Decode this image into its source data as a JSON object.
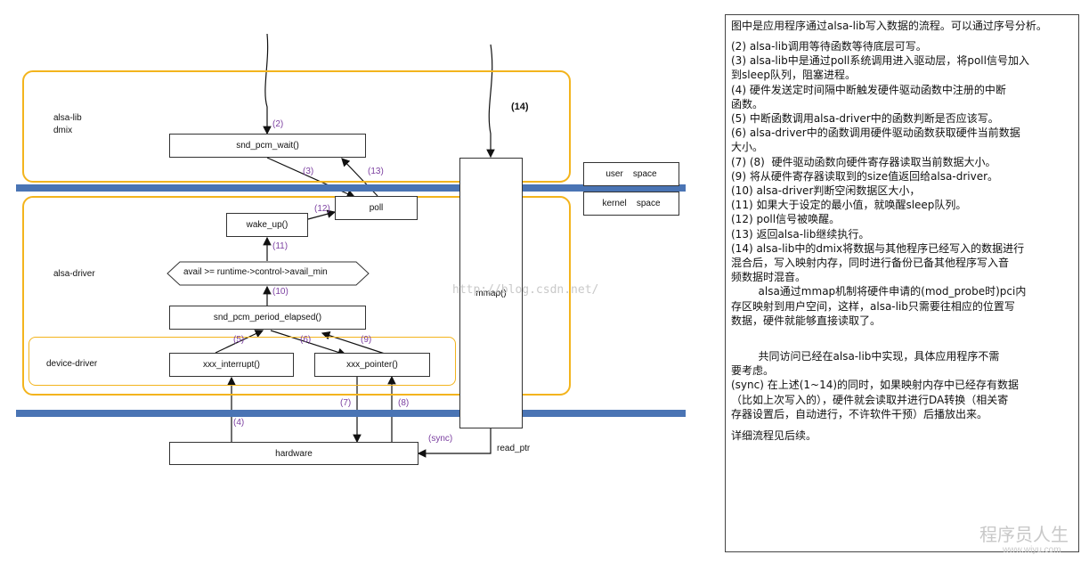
{
  "diagram": {
    "regions": {
      "alsa_lib": "alsa-lib",
      "dmix": "dmix",
      "alsa_driver": "alsa-driver",
      "device_driver": "device-driver"
    },
    "spaces": {
      "user": "user    space",
      "kernel": "kernel    space"
    },
    "nodes": {
      "snd_pcm_wait": "snd_pcm_wait()",
      "poll": "poll",
      "wake_up": "wake_up()",
      "condition": "avail >= runtime->control->avail_min",
      "period_elapsed": "snd_pcm_period_elapsed()",
      "interrupt": "xxx_interrupt()",
      "pointer": "xxx_pointer()",
      "hardware": "hardware",
      "mmap": "mmap()",
      "read_ptr": "read_ptr"
    },
    "steps": {
      "s2": "(2)",
      "s3": "(3)",
      "s4": "(4)",
      "s5": "(5)",
      "s6": "(6)",
      "s7": "(7)",
      "s8": "(8)",
      "s9": "(9)",
      "s10": "(10)",
      "s11": "(11)",
      "s12": "(12)",
      "s13": "(13)",
      "s14": "(14)",
      "sync": "(sync)"
    },
    "colors": {
      "region_border": "#f3b41d",
      "divider": "#4a74b4",
      "step_label": "#7b3fa0"
    }
  },
  "panel": {
    "intro": "图中是应用程序通过alsa-lib写入数据的流程。可以通过序号分析。",
    "lines": [
      "(2) alsa-lib调用等待函数等待底层可写。",
      "(3) alsa-lib中是通过poll系统调用进入驱动层，将poll信号加入",
      "到sleep队列，阻塞进程。",
      "(4) 硬件发送定时间隔中断触发硬件驱动函数中注册的中断",
      "函数。",
      "(5) 中断函数调用alsa-driver中的函数判断是否应该写。",
      "(6) alsa-driver中的函数调用硬件驱动函数获取硬件当前数据",
      "大小。",
      "(7) (8)  硬件驱动函数向硬件寄存器读取当前数据大小。",
      "(9) 将从硬件寄存器读取到的size值返回给alsa-driver。",
      "(10) alsa-driver判断空闲数据区大小，",
      "(11) 如果大于设定的最小值，就唤醒sleep队列。",
      "(12) poll信号被唤醒。",
      "(13) 返回alsa-lib继续执行。",
      "(14) alsa-lib中的dmix将数据与其他程序已经写入的数据进行",
      "混合后，写入映射内存，同时进行备份已备其他程序写入音",
      "频数据时混音。",
      "        alsa通过mmap机制将硬件申请的(mod_probe时)pci内",
      "存区映射到用户空间，这样，alsa-lib只需要往相应的位置写",
      "数据，硬件就能够直接读取了。",
      "",
      "",
      "",
      "        共同访问已经在alsa-lib中实现，具体应用程序不需",
      "要考虑。",
      "(sync) 在上述(1~14)的同时，如果映射内存中已经存有数据",
      "（比如上次写入的），硬件就会读取并进行DA转换（相关寄",
      "存器设置后，自动进行，不许软件干预）后播放出来。",
      "",
      "详细流程见后续。"
    ]
  },
  "watermarks": {
    "blog_url": "http://blog.csdn.net/",
    "site_name": "程序员人生",
    "site_url": "www.wiyu.com"
  }
}
